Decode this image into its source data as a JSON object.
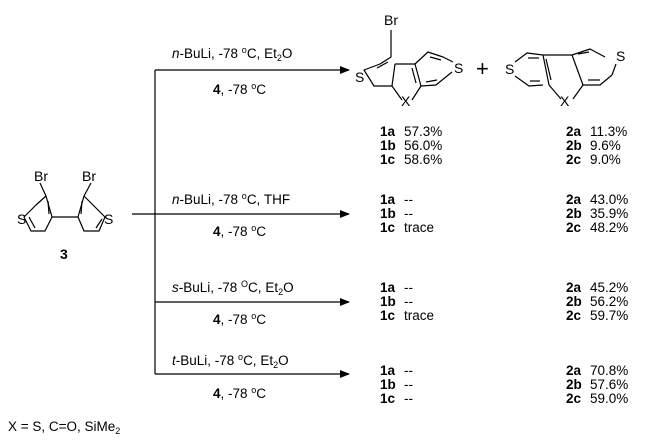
{
  "scheme": {
    "starting_material": {
      "label": "3",
      "atoms": {
        "br_left": "Br",
        "br_right": "Br",
        "s_left": "S",
        "s_right": "S"
      }
    },
    "product_left_atoms": {
      "br": "Br",
      "s_left": "S",
      "s_right": "S",
      "x": "X"
    },
    "product_right_atoms": {
      "s_left": "S",
      "s_right": "S",
      "x": "X"
    },
    "plus": "+",
    "routes": [
      {
        "base": "n",
        "reagent": "-BuLi, -78 ",
        "temp_unit_sup": "o",
        "temp_unit": "C, ",
        "solvent_main": "Et",
        "solvent_sub": "2",
        "solvent_tail": "O",
        "electrophile": "4",
        "step2": ", -78 ",
        "step2_sup": "o",
        "step2_unit": "C",
        "results": [
          {
            "p1": "1a",
            "y1": "57.3%",
            "p2": "2a",
            "y2": "11.3%"
          },
          {
            "p1": "1b",
            "y1": "56.0%",
            "p2": "2b",
            "y2": "9.6%"
          },
          {
            "p1": "1c",
            "y1": "58.6%",
            "p2": "2c",
            "y2": "9.0%"
          }
        ]
      },
      {
        "base": "n",
        "reagent": "-BuLi, -78 ",
        "temp_unit_sup": "o",
        "temp_unit": "C, ",
        "solvent_main": "THF",
        "solvent_sub": "",
        "solvent_tail": "",
        "electrophile": "4",
        "step2": ", -78 ",
        "step2_sup": "o",
        "step2_unit": "C",
        "results": [
          {
            "p1": "1a",
            "y1": "--",
            "p2": "2a",
            "y2": "43.0%"
          },
          {
            "p1": "1b",
            "y1": "--",
            "p2": "2b",
            "y2": "35.9%"
          },
          {
            "p1": "1c",
            "y1": "trace",
            "p2": "2c",
            "y2": "48.2%"
          }
        ]
      },
      {
        "base": "s",
        "reagent": "-BuLi, -78 ",
        "temp_unit_sup": "O",
        "temp_unit": "C, ",
        "solvent_main": "Et",
        "solvent_sub": "2",
        "solvent_tail": "O",
        "electrophile": "4",
        "step2": ", -78 ",
        "step2_sup": "o",
        "step2_unit": "C",
        "results": [
          {
            "p1": "1a",
            "y1": "--",
            "p2": "2a",
            "y2": "45.2%"
          },
          {
            "p1": "1b",
            "y1": "--",
            "p2": "2b",
            "y2": "56.2%"
          },
          {
            "p1": "1c",
            "y1": "trace",
            "p2": "2c",
            "y2": "59.7%"
          }
        ]
      },
      {
        "base": "t",
        "reagent": "-BuLi, -78 ",
        "temp_unit_sup": "o",
        "temp_unit": "C, ",
        "solvent_main": "Et",
        "solvent_sub": "2",
        "solvent_tail": "O",
        "electrophile": "4",
        "step2": ", -78 ",
        "step2_sup": "o",
        "step2_unit": "C",
        "results": [
          {
            "p1": "1a",
            "y1": "--",
            "p2": "2a",
            "y2": "70.8%"
          },
          {
            "p1": "1b",
            "y1": "--",
            "p2": "2b",
            "y2": "57.6%"
          },
          {
            "p1": "1c",
            "y1": "--",
            "p2": "2c",
            "y2": "59.0%"
          }
        ]
      }
    ],
    "footnote": {
      "text": "X = S, C=O, SiMe",
      "sub": "2"
    }
  }
}
